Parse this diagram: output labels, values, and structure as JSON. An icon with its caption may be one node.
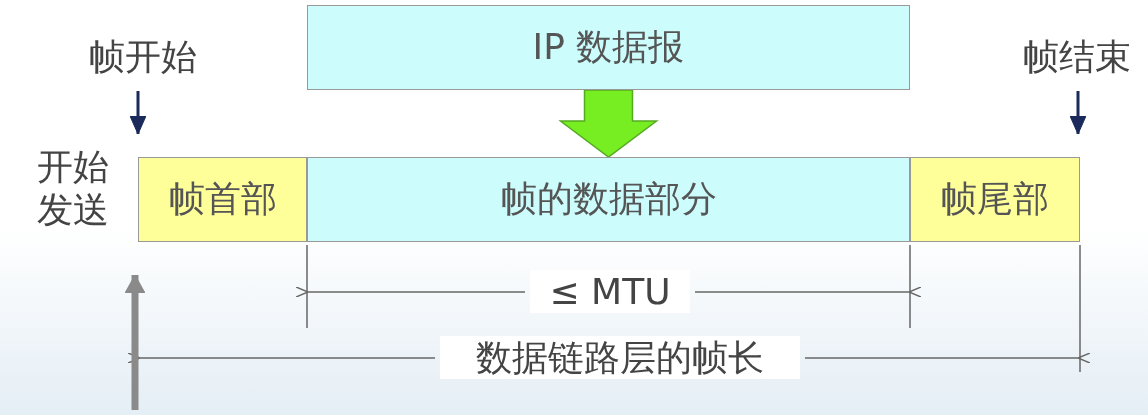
{
  "diagram": {
    "nodes": [
      {
        "text": [
          "IP 数据报"
        ]
      },
      {
        "text": [
          "帧首部"
        ]
      },
      {
        "text": [
          "帧的数据部分"
        ]
      },
      {
        "text": [
          "帧尾部"
        ]
      },
      {
        "text": [
          "帧开始"
        ]
      },
      {
        "text": [
          "帧结束"
        ]
      }
    ],
    "edges": [
      {
        "from": 0,
        "to": 2,
        "arrow": "to",
        "style": "thick",
        "color": "#77ee22"
      },
      {
        "from": 4,
        "to": 1,
        "arrow": "to"
      },
      {
        "from": 5,
        "to": 3,
        "arrow": "to"
      },
      {
        "from": null,
        "to": 1,
        "arrow": "to",
        "style": "thick",
        "color": "#8a8a8a"
      }
    ],
    "labels": [
      "开始发送",
      "≤ MTU",
      "数据链路层的帧长"
    ]
  }
}
